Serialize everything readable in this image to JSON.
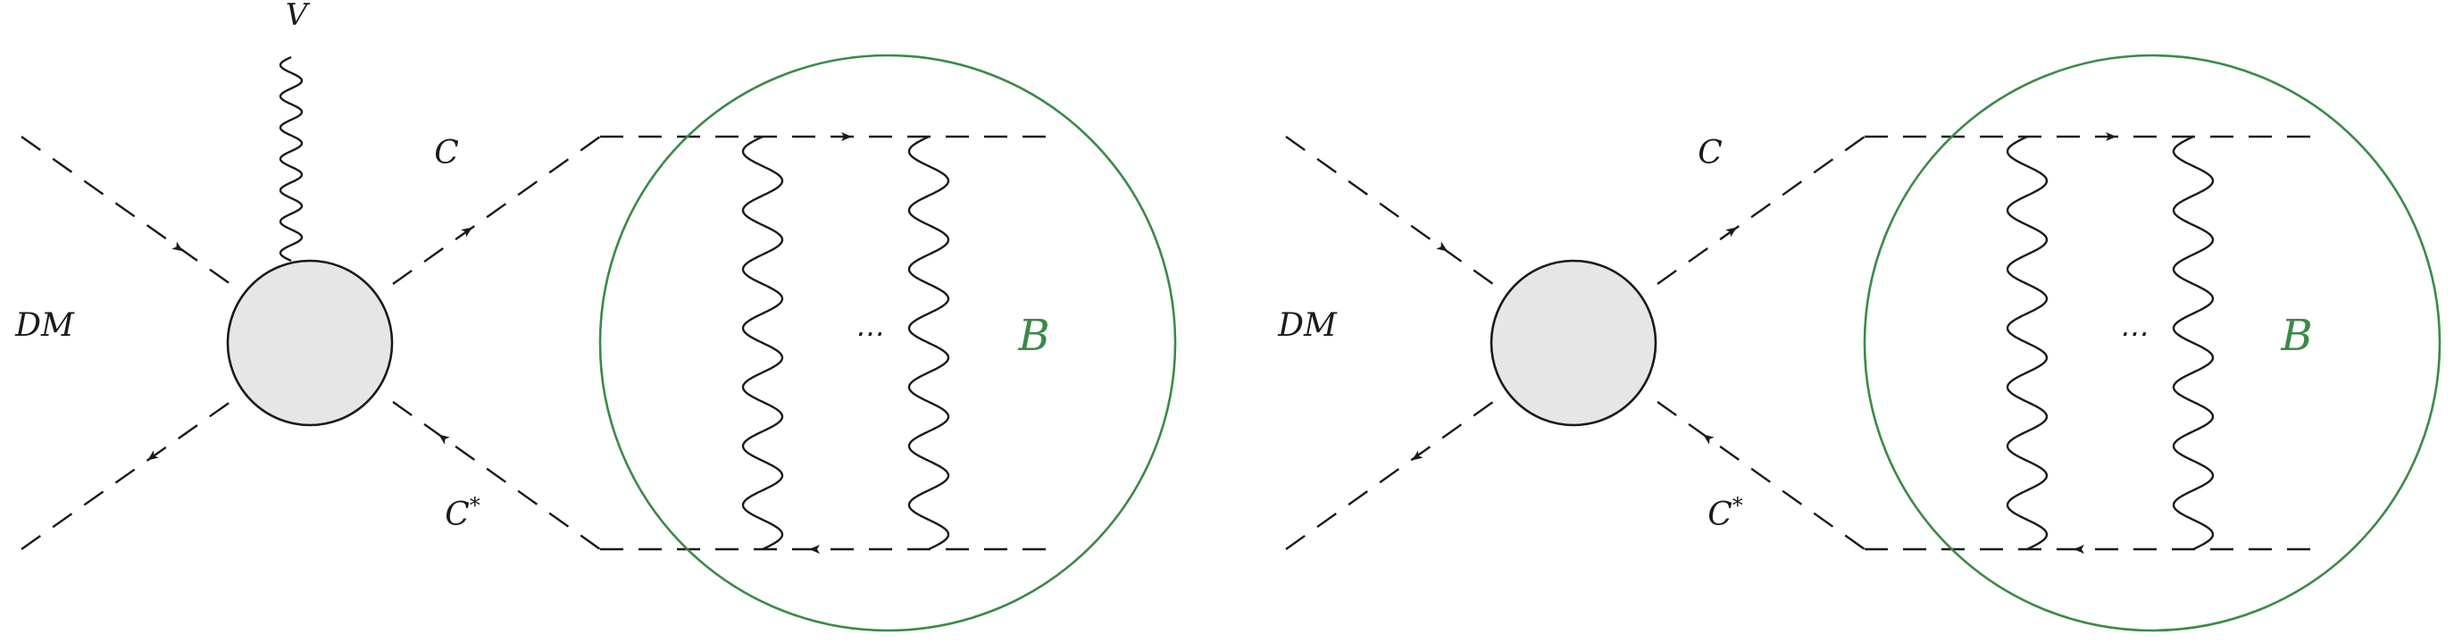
{
  "colors": {
    "line": "#1a1a1a",
    "blob_fill": "#e6e6e6",
    "bound_state": "#3a8a46"
  },
  "diagrams": [
    {
      "has_vector": true,
      "labels": {
        "vector": "V",
        "dm": "DM",
        "c": "C",
        "c_star": "C*",
        "ellipsis": "⋯",
        "bound": "B"
      }
    },
    {
      "has_vector": false,
      "labels": {
        "dm": "DM",
        "c": "C",
        "c_star": "C*",
        "ellipsis": "⋯",
        "bound": "B"
      }
    }
  ]
}
